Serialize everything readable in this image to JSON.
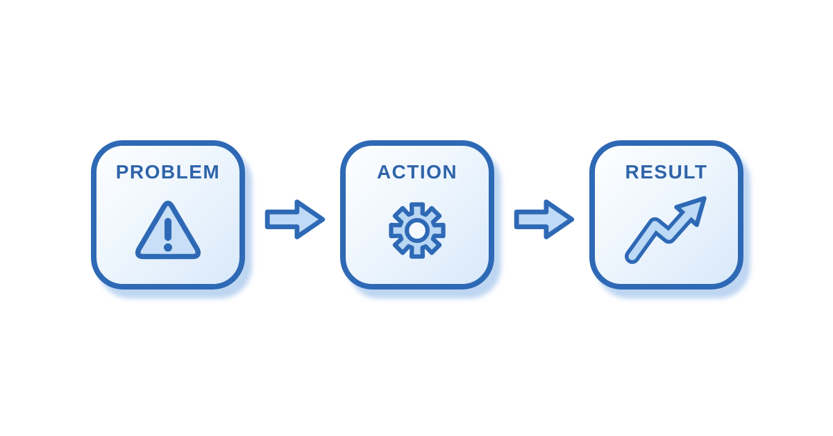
{
  "diagram": {
    "name": "problem-action-result-flow",
    "steps": [
      {
        "label": "PROBLEM",
        "icon": "warning-triangle-icon"
      },
      {
        "label": "ACTION",
        "icon": "gear-icon"
      },
      {
        "label": "RESULT",
        "icon": "growth-arrow-icon"
      }
    ],
    "connectors": [
      {
        "icon": "right-arrow-icon"
      },
      {
        "icon": "right-arrow-icon"
      }
    ],
    "colors": {
      "outline_blue": "#2e69b5",
      "label_blue": "#2f64a9",
      "icon_fill_light": "#bcd9f5",
      "triangle_fill": "#c8dff7",
      "gear_fill": "#b9d7f3",
      "hole_fill": "#f3f9fe",
      "box_fill_top": "#fdfeff",
      "box_fill_bottom": "#d9e9fa",
      "shadow_blue": "#b7d3f0",
      "background": "#ffffff"
    }
  }
}
